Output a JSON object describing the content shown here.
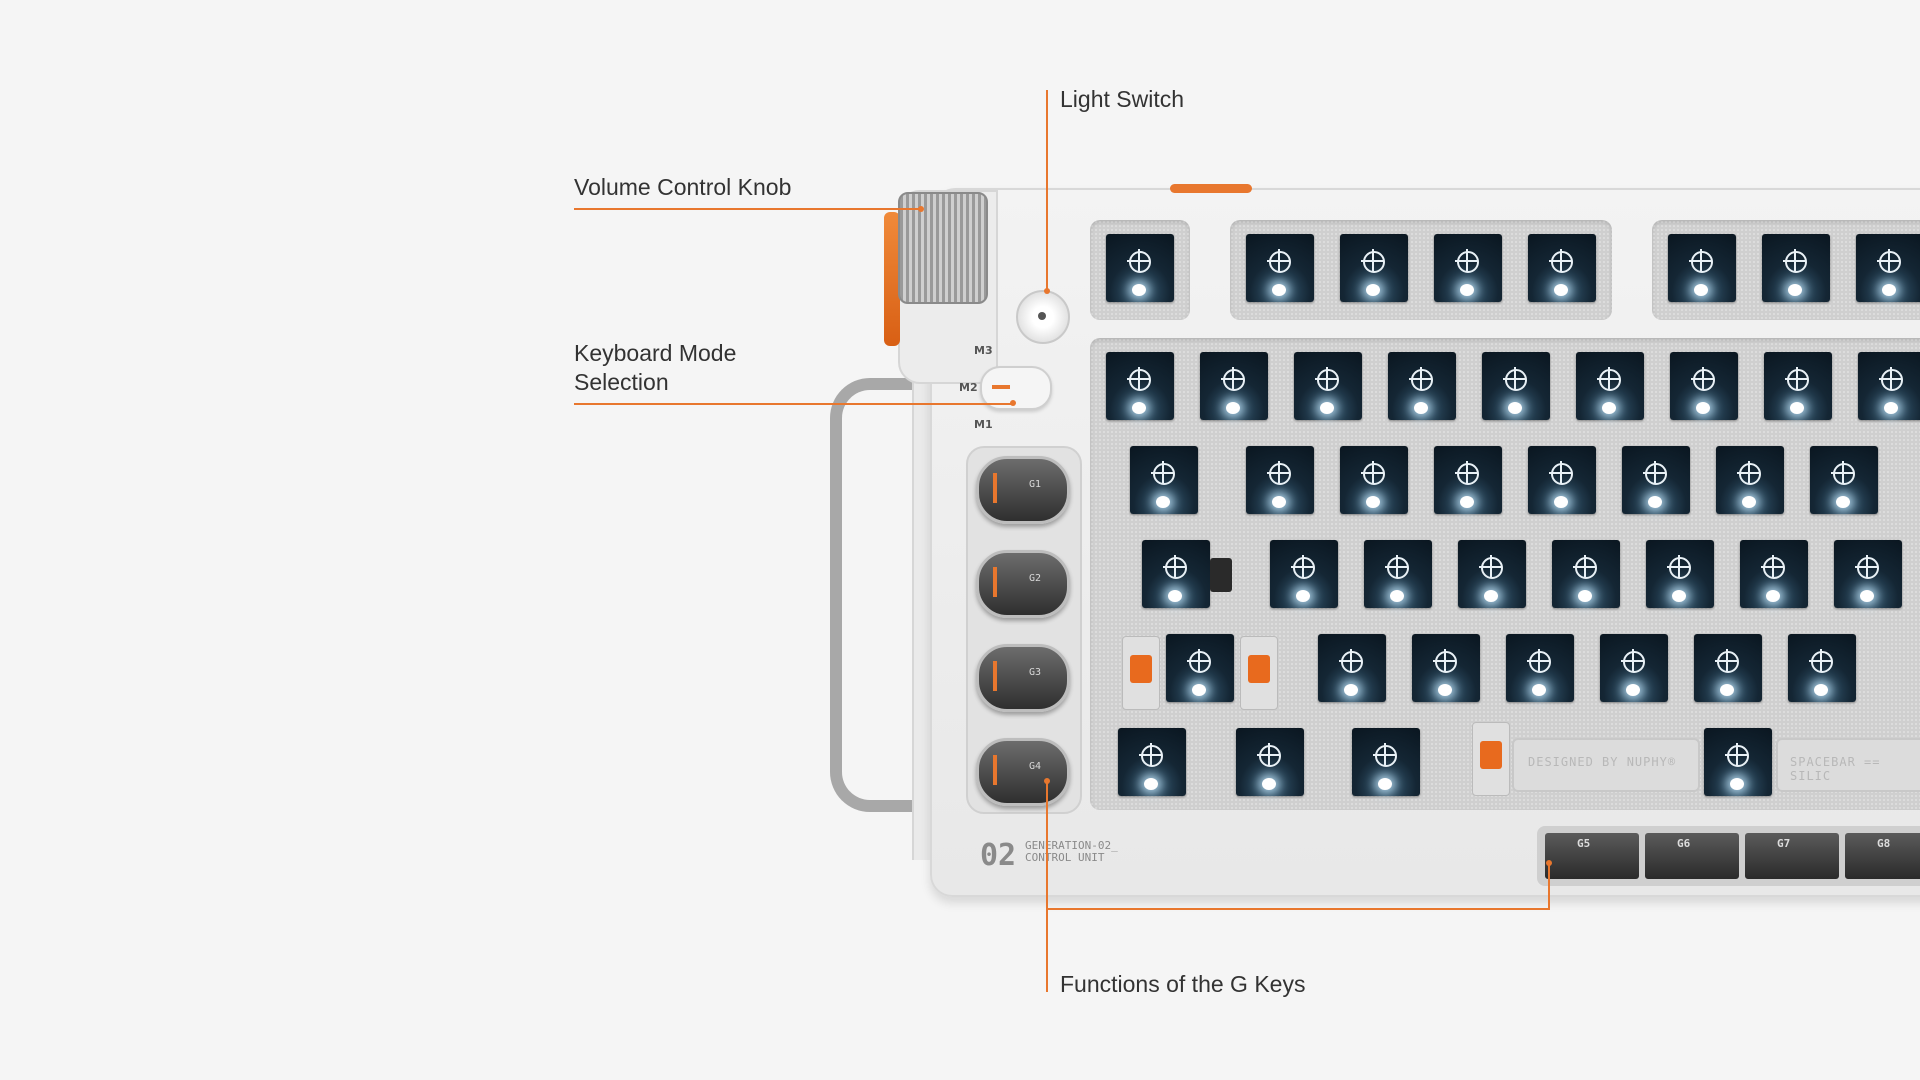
{
  "callouts": {
    "light_switch": "Light Switch",
    "volume_knob": "Volume Control Knob",
    "mode_line1": "Keyboard Mode",
    "mode_line2": "Selection",
    "g_keys": "Functions of the G Keys"
  },
  "mode_positions": [
    "M3",
    "M2",
    "M1"
  ],
  "side_g_keys": [
    "G1",
    "G2",
    "G3",
    "G4"
  ],
  "bottom_g_keys": [
    "G5",
    "G6",
    "G7",
    "G8"
  ],
  "footer": {
    "logo": "02",
    "line1": "GENERATION-02_",
    "line2": "CONTROL UNIT"
  },
  "engravings": {
    "designed": "DESIGNED BY NUPHY®",
    "spacebar": "SPACEBAR == SILIC"
  },
  "colors": {
    "accent": "#e8772e",
    "background": "#f5f5f5"
  },
  "icons": [
    "crosshair-icon"
  ]
}
